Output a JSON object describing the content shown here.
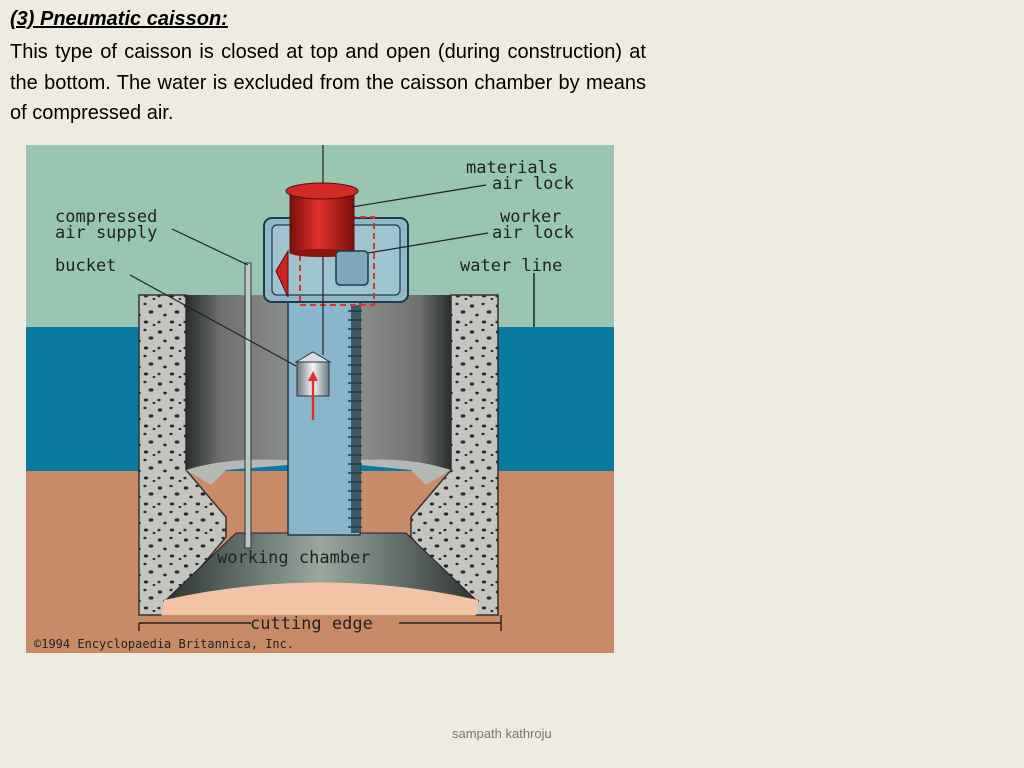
{
  "slide": {
    "heading": "(3) Pneumatic caisson:",
    "body": "This type of caisson is closed at top and open (during construction) at the bottom. The water is excluded from the caisson chamber by means of compressed air.",
    "footer": "sampath kathroju"
  },
  "figure": {
    "labels": {
      "materials_air_lock_1": "materials",
      "materials_air_lock_2": "air lock",
      "worker_air_lock_1": "worker",
      "worker_air_lock_2": "air lock",
      "compressed_air_supply_1": "compressed",
      "compressed_air_supply_2": "air supply",
      "bucket": "bucket",
      "water_line": "water line",
      "working_chamber": "working chamber",
      "cutting_edge": "cutting edge",
      "copyright": "©1994 Encyclopaedia Britannica, Inc."
    },
    "colors": {
      "sky": "#9ac5b2",
      "water": "#0a7aa0",
      "soil": "#c98a68",
      "concrete": "#c4c4c0",
      "shaft": "#8ab6cc",
      "air_lock": "#c8201c",
      "chamber_floor": "#f0c4a4"
    }
  }
}
